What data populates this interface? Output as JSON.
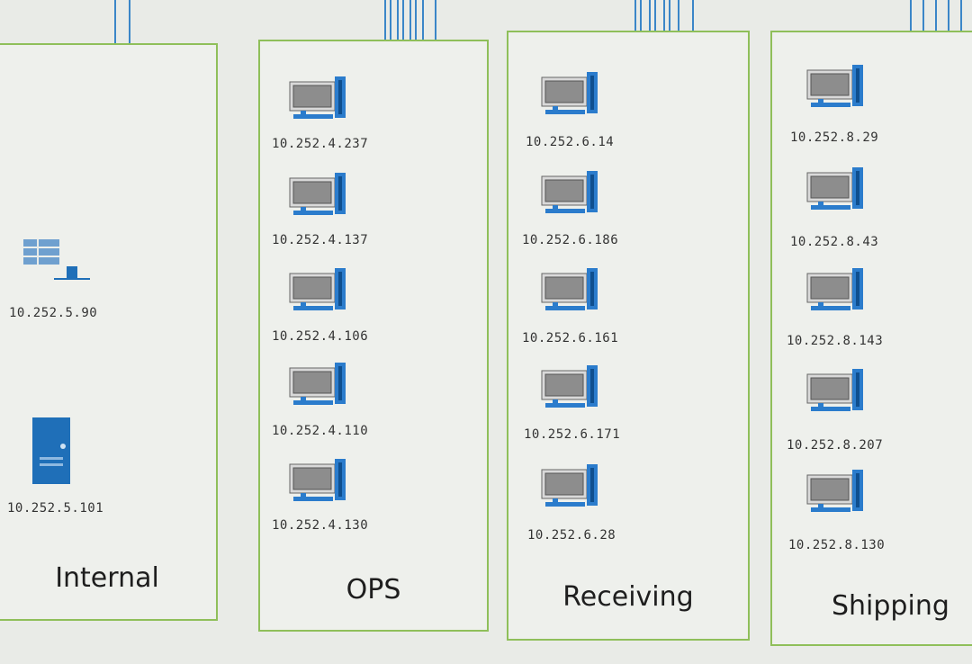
{
  "zones": [
    {
      "id": "internal",
      "label": "Internal",
      "hosts": [
        "10.252.5.90",
        "10.252.5.101"
      ]
    },
    {
      "id": "ops",
      "label": "OPS",
      "hosts": [
        "10.252.4.237",
        "10.252.4.137",
        "10.252.4.106",
        "10.252.4.110",
        "10.252.4.130"
      ]
    },
    {
      "id": "receiving",
      "label": "Receiving",
      "hosts": [
        "10.252.6.14",
        "10.252.6.186",
        "10.252.6.161",
        "10.252.6.171",
        "10.252.6.28"
      ]
    },
    {
      "id": "shipping",
      "label": "Shipping",
      "hosts": [
        "10.252.8.29",
        "10.252.8.43",
        "10.252.8.143",
        "10.252.8.207",
        "10.252.8.130"
      ]
    }
  ],
  "colors": {
    "zone_border": "#8fbf5a",
    "link": "#3b86c8",
    "device": "#1f6fb8",
    "background": "#e9ebe7"
  },
  "icons": {
    "switch": "network-switch-icon",
    "server": "server-tower-icon",
    "workstation": "workstation-icon"
  }
}
